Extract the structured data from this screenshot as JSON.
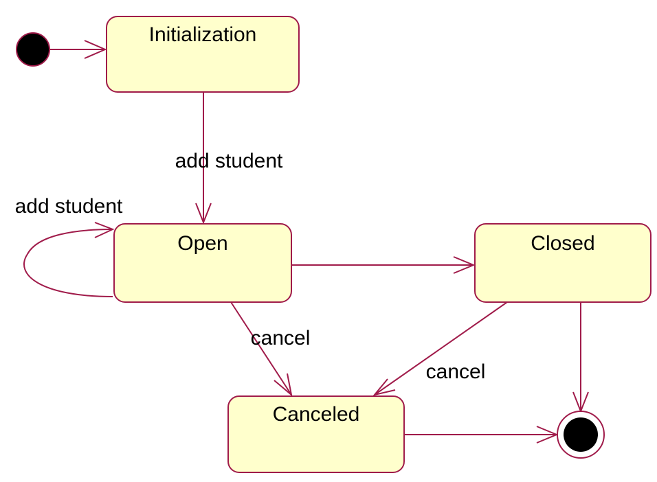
{
  "diagram": {
    "states": {
      "initialization": "Initialization",
      "open": "Open",
      "closed": "Closed",
      "canceled": "Canceled"
    },
    "transitions": {
      "init_to_open": "add student",
      "open_self": "add student",
      "open_to_closed": "",
      "open_to_canceled": "cancel",
      "closed_to_canceled": "cancel",
      "closed_to_final": "",
      "canceled_to_final": ""
    },
    "colors": {
      "state_fill": "#ffffcc",
      "line": "#a01b4a",
      "node": "#000000"
    }
  }
}
